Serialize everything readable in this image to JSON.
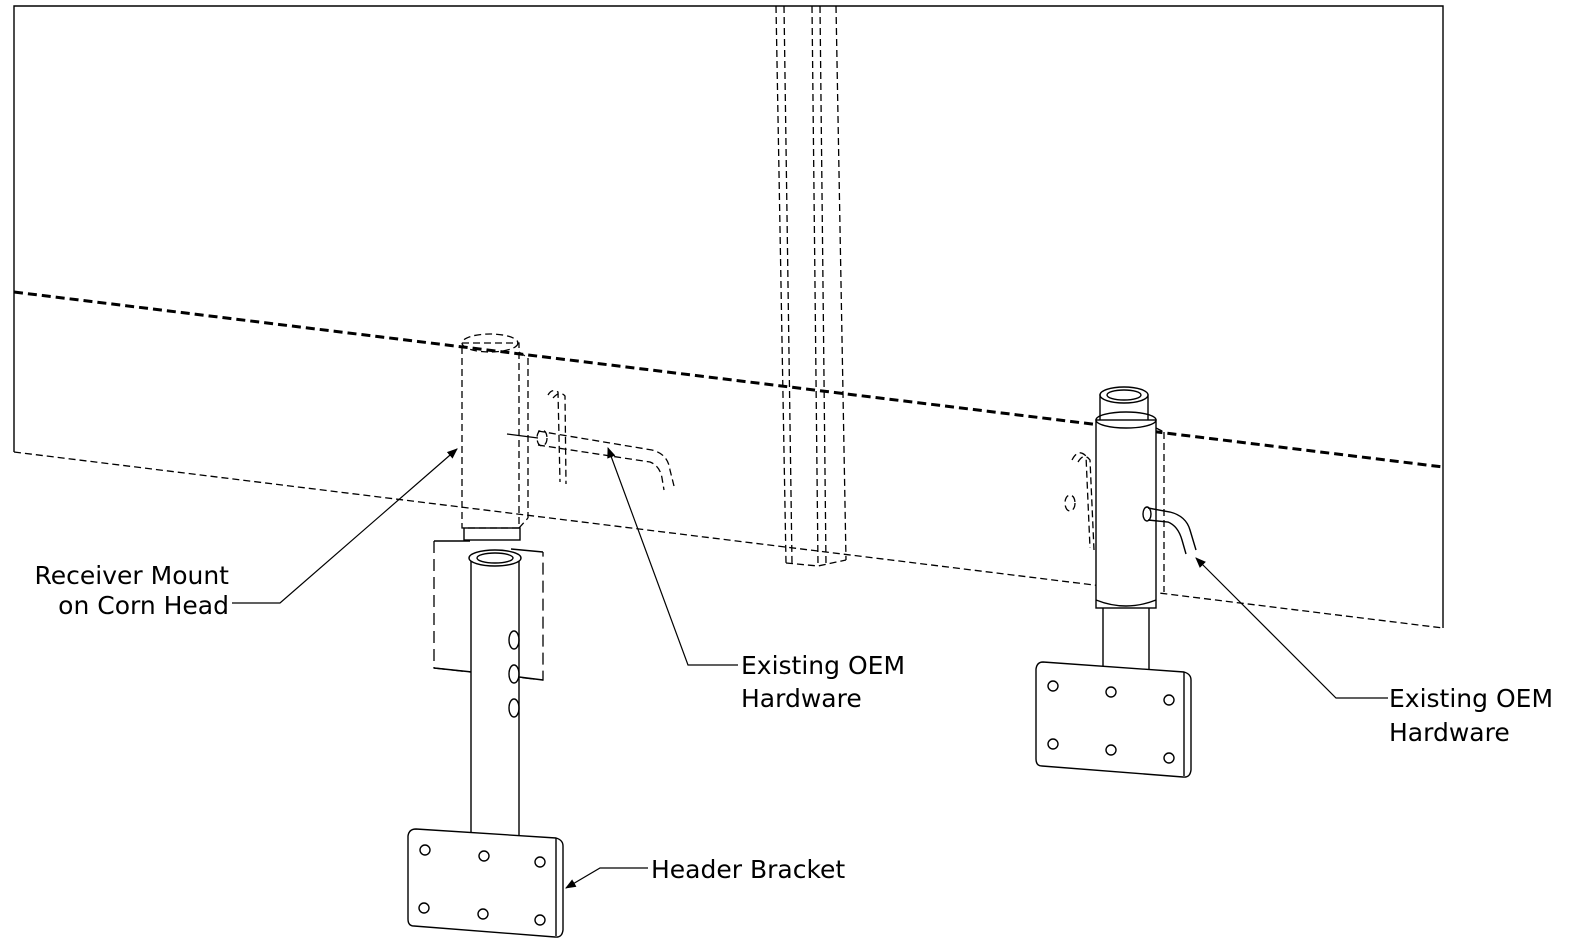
{
  "diagram": {
    "labels": {
      "receiver_mount_line1": "Receiver Mount",
      "receiver_mount_line2": "on Corn Head",
      "oem_left_line1": "Existing OEM",
      "oem_left_line2": "Hardware",
      "oem_right_line1": "Existing OEM",
      "oem_right_line2": "Hardware",
      "header_bracket": "Header Bracket"
    }
  }
}
